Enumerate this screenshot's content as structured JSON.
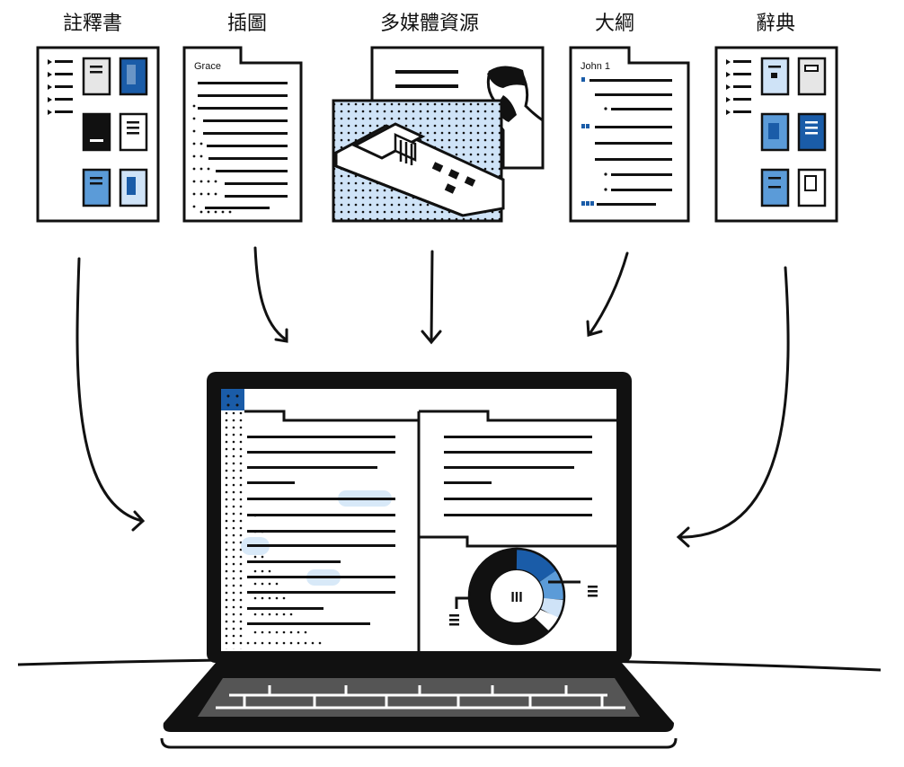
{
  "resources": [
    {
      "label": "註釋書",
      "icon": "commentary-document-icon"
    },
    {
      "label": "插圖",
      "icon": "illustration-document-icon"
    },
    {
      "label": "多媒體資源",
      "icon": "multimedia-icon"
    },
    {
      "label": "大綱",
      "icon": "outline-document-icon"
    },
    {
      "label": "辭典",
      "icon": "dictionary-document-icon"
    }
  ],
  "documents": {
    "illustration_tag": "Grace",
    "outline_tag": "John 1"
  },
  "laptop": {
    "chart_label": "III"
  },
  "colors": {
    "ink": "#111111",
    "blue": "#1a5ca8",
    "light_blue": "#5b9bd8",
    "pale_blue": "#cfe3f7",
    "highlight": "#d8e9f8"
  }
}
